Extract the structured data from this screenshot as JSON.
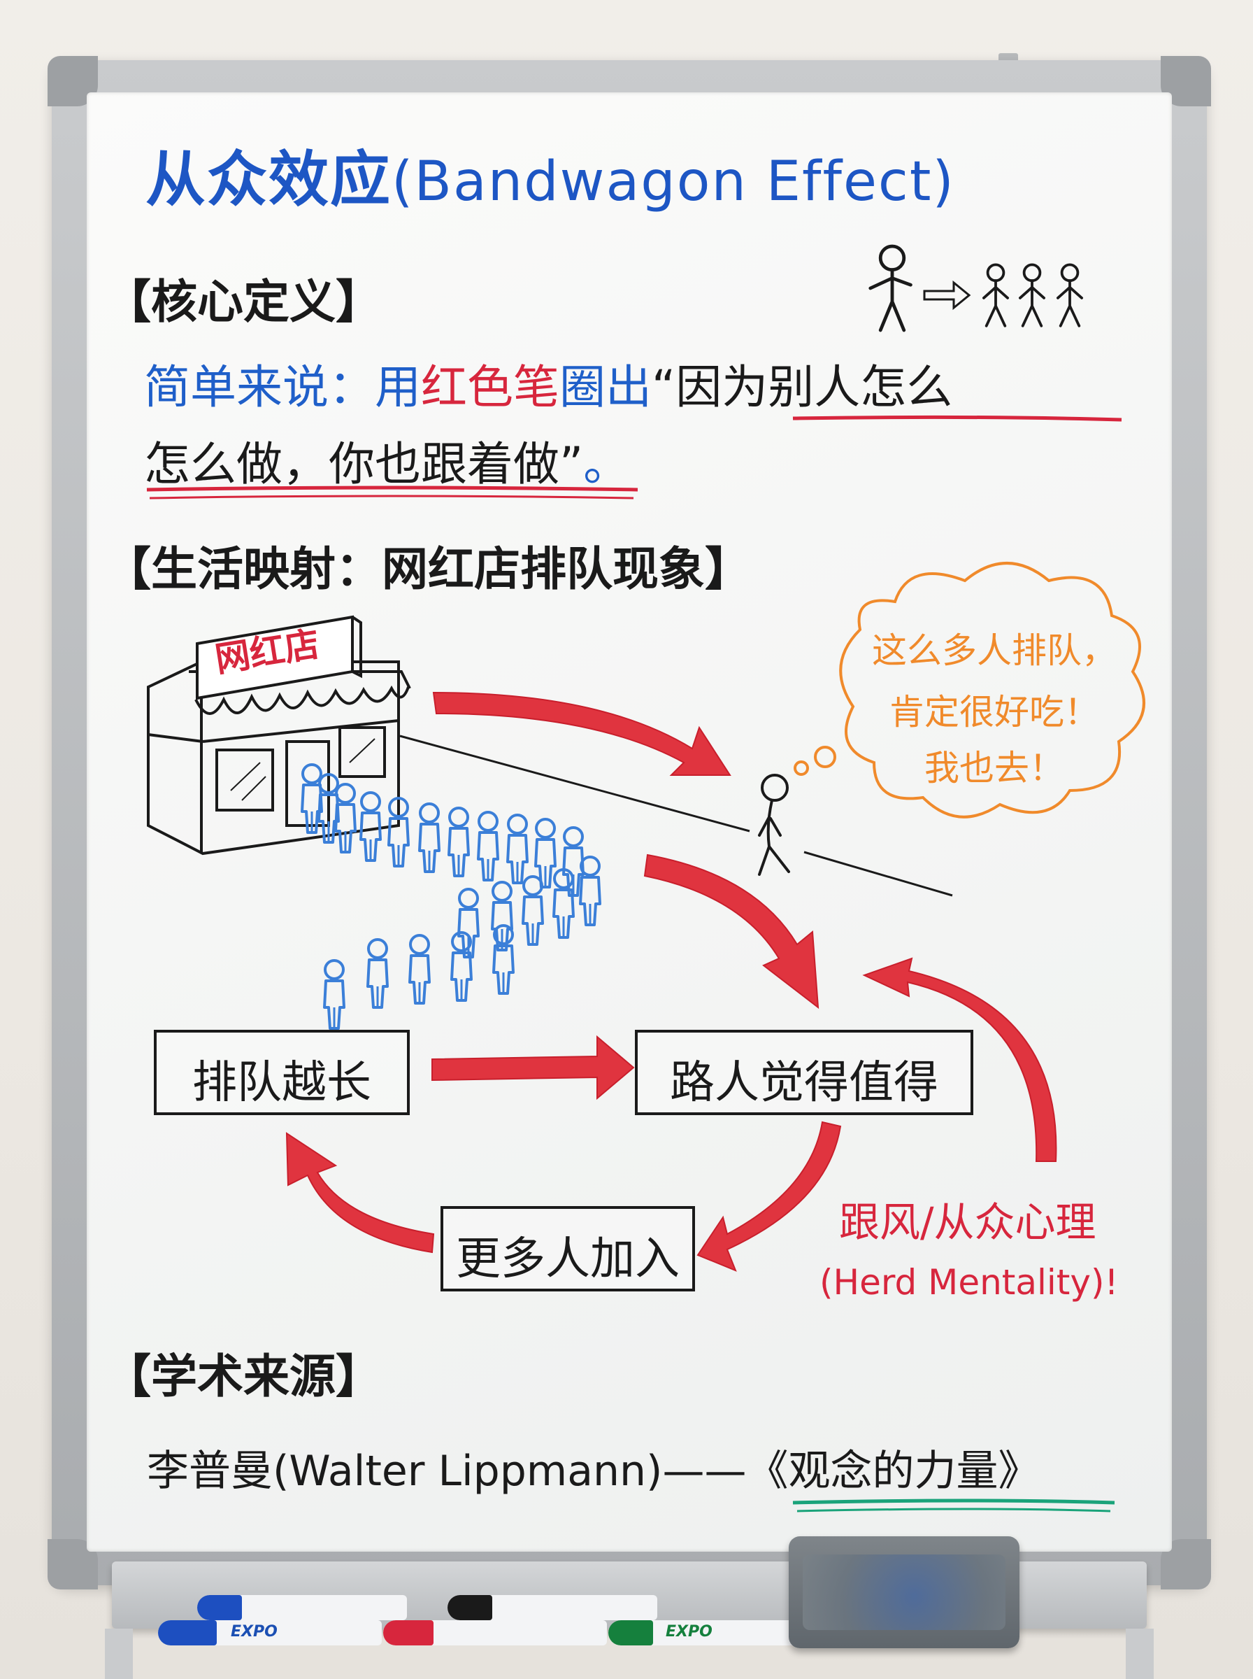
{
  "title": {
    "cn": "从众效应",
    "en": "(Bandwagon Effect)"
  },
  "sections": {
    "definition": "【核心定义】",
    "life_mapping": "【生活映射：网红店排队现象】",
    "academic_source": "【学术来源】"
  },
  "definition": {
    "lead": "简单来说：用",
    "red_pen": "红色笔",
    "circle": "圈出",
    "quote_line1": "“因为别人怎么",
    "quote_line2": "怎么做，你也跟着做”",
    "period": "。"
  },
  "store_sign": "网红店",
  "thought_bubble": {
    "line1": "这么多人排队，",
    "line2": "肯定很好吃！",
    "line3": "我也去！"
  },
  "cycle": {
    "queue_longer": "排队越长",
    "passerby_worth": "路人觉得值得",
    "more_join": "更多人加入"
  },
  "herd": {
    "cn": "跟风/从众心理",
    "en": "(Herd Mentality)!"
  },
  "source": {
    "author": "李普曼(Walter Lippmann)",
    "dash": "——",
    "book": "《观念的力量》"
  },
  "markers": [
    "EXPO",
    "EXPO"
  ],
  "colors": {
    "blue": "#1f5fc9",
    "red": "#d7263d",
    "orange": "#f08a2b",
    "green": "#1aa37a",
    "ink": "#1a1a1a"
  }
}
